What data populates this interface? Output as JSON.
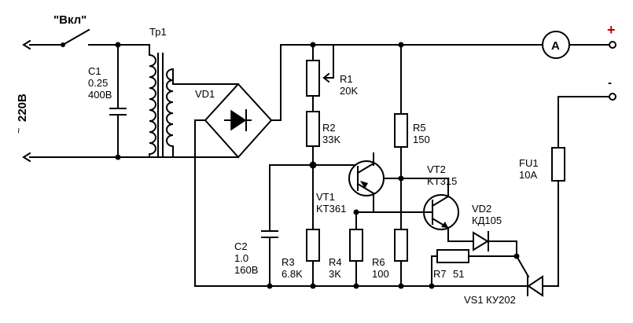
{
  "switch_label": "\"Вкл\"",
  "mains": {
    "voltage": "220В",
    "symbol": "~"
  },
  "transformer": {
    "ref": "Тр1"
  },
  "c1": {
    "ref": "C1",
    "value": "0.25",
    "voltage": "400В"
  },
  "bridge": {
    "ref": "VD1"
  },
  "ammeter": {
    "symbol": "A"
  },
  "terminals": {
    "plus": "+",
    "minus": "-",
    "plus_color": "#c00000"
  },
  "r1": {
    "ref": "R1",
    "value": "20K"
  },
  "r2": {
    "ref": "R2",
    "value": "33K"
  },
  "r5": {
    "ref": "R5",
    "value": "150"
  },
  "vt1": {
    "ref": "VT1",
    "type": "KT361"
  },
  "vt2": {
    "ref": "VT2",
    "type": "KT315"
  },
  "vd2": {
    "ref": "VD2",
    "type": "КД105"
  },
  "fu1": {
    "ref": "FU1",
    "value": "10A"
  },
  "c2": {
    "ref": "C2",
    "value": "1.0",
    "voltage": "160В"
  },
  "r3": {
    "ref": "R3",
    "value": "6.8K"
  },
  "r4": {
    "ref": "R4",
    "value": "3K"
  },
  "r6": {
    "ref": "R6",
    "value": "100"
  },
  "r7": {
    "ref": "R7",
    "value": "51"
  },
  "vs1": {
    "label": "VS1 КУ202"
  }
}
